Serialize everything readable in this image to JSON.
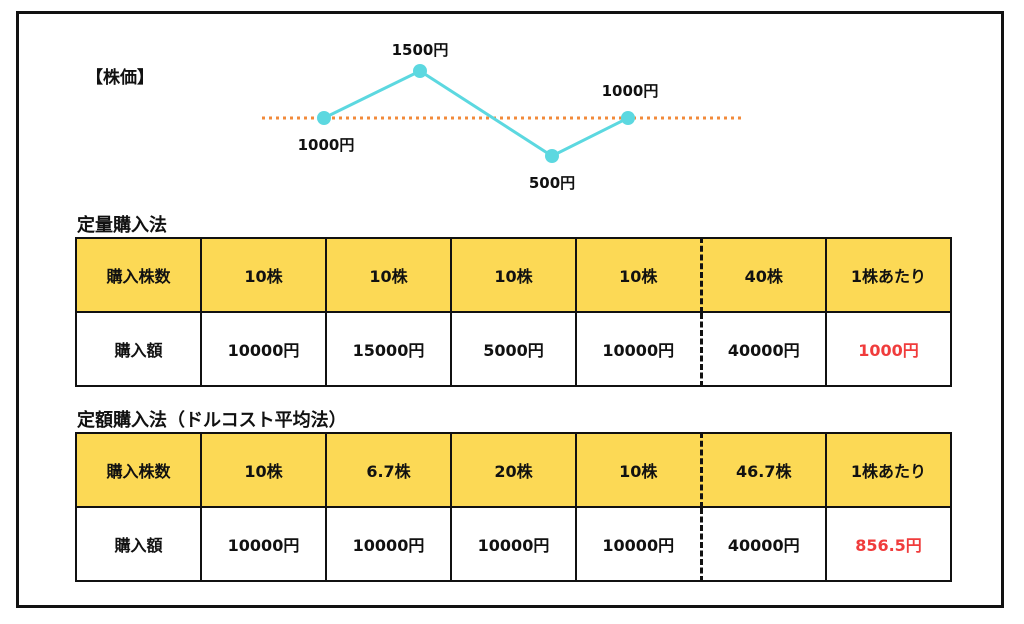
{
  "stock_section": {
    "title": "【株価】",
    "points": [
      {
        "label": "1000円",
        "price": 1000
      },
      {
        "label": "1500円",
        "price": 1500
      },
      {
        "label": "500円",
        "price": 500
      },
      {
        "label": "1000円",
        "price": 1000
      }
    ],
    "line_color": "#5cd8e0",
    "reference_line_color": "#f28a3a"
  },
  "fixed_quantity": {
    "title": "定量購入法",
    "row1": [
      "購入株数",
      "10株",
      "10株",
      "10株",
      "10株",
      "40株",
      "1株あたり"
    ],
    "row2": [
      "購入額",
      "10000円",
      "15000円",
      "5000円",
      "10000円",
      "40000円",
      "1000円"
    ]
  },
  "fixed_amount": {
    "title": "定額購入法（ドルコスト平均法）",
    "row1": [
      "購入株数",
      "10株",
      "6.7株",
      "20株",
      "10株",
      "46.7株",
      "1株あたり"
    ],
    "row2": [
      "購入額",
      "10000円",
      "10000円",
      "10000円",
      "10000円",
      "40000円",
      "856.5円"
    ]
  },
  "colors": {
    "header_bg": "#fcd955",
    "highlight_text": "#f03c3c"
  }
}
